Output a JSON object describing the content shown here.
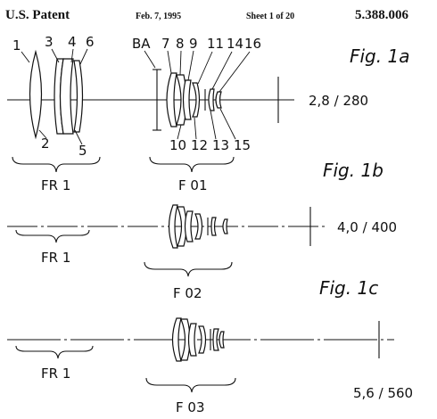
{
  "header": {
    "left": "U.S. Patent",
    "date": "Feb. 7, 1995",
    "sheet": "Sheet 1 of 20",
    "number": "5.388.006"
  },
  "figures": [
    {
      "title": "Fig. 1a",
      "ratio": "2,8 / 280",
      "group_left": "FR 1",
      "group_right": "F 01",
      "labels": [
        "1",
        "3",
        "4",
        "6",
        "2",
        "5",
        "BA",
        "7",
        "8",
        "9",
        "11",
        "14",
        "16",
        "10",
        "12",
        "13",
        "15"
      ]
    },
    {
      "title": "Fig. 1b",
      "ratio": "4,0 / 400",
      "group_left": "FR 1",
      "group_right": "F 02"
    },
    {
      "title": "Fig. 1c",
      "ratio": "5,6 / 560",
      "group_left": "FR 1",
      "group_right": "F 03"
    }
  ]
}
